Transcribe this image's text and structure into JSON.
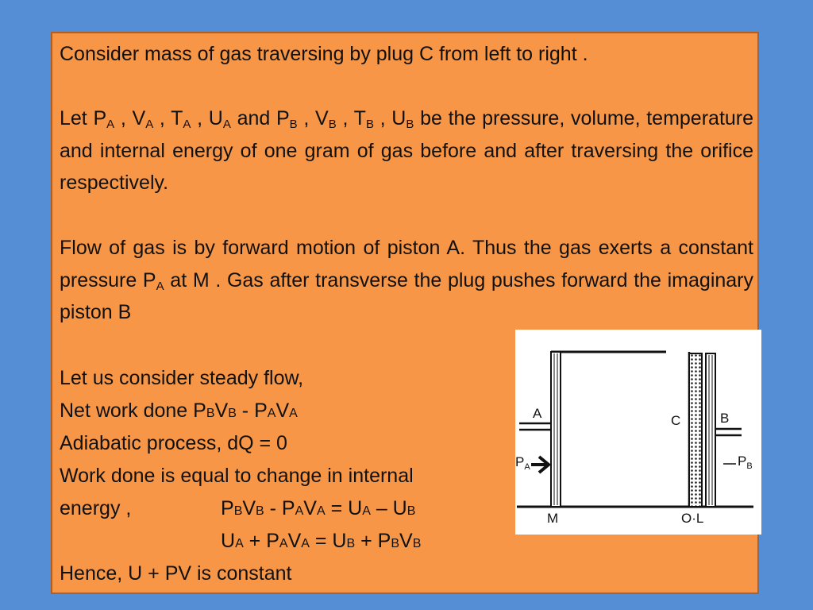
{
  "p1": {
    "text": "Consider  mass of gas traversing by plug C from left to right ."
  },
  "p2": {
    "let": "Let P",
    "a1": "A",
    "c1": " , V",
    "a2": "A",
    "c2": " , T",
    "a3": "A",
    "c3": " , U",
    "a4": "A",
    "and": " and P",
    "b1": "B",
    "c4": " , V",
    "b2": "B",
    "c5": " , T",
    "b3": "B",
    "c6": " , U",
    "b4": "B",
    "rest": " be the pressure, volume, temperature and internal energy of one gram of gas before and after traversing the orifice respectively."
  },
  "p3": {
    "pre": "Flow of gas is by forward motion of piston A. Thus the gas exerts a constant pressure P",
    "sub": "A",
    "post": " at M  . Gas after transverse  the plug  pushes forward the imaginary  piston B"
  },
  "l1": {
    "text": "Let us consider steady flow,"
  },
  "l2": {
    "pre": "  Net work done  P",
    "s1": "B",
    "v": "V",
    "s2": "B",
    "mid": "  -  P",
    "s3": "A",
    "v2": "V",
    "s4": "A"
  },
  "l3": {
    "text": " Adiabatic process, dQ = 0"
  },
  "l4": {
    "text": "Work done is equal  to change in internal"
  },
  "l5": {
    "pre": " energy ,",
    "p": "P",
    "s1": "B",
    "v": "V",
    "s2": "B",
    "m1": " - P",
    "s3": "A",
    "v2": "V",
    "s4": "A",
    "eq": " =  U",
    "s5": "A",
    "dash": " – U",
    "s6": "B"
  },
  "l6": {
    "u": "U",
    "s1": "A",
    "plus": " +   P",
    "s2": "A",
    "v": "V",
    "s3": "A",
    "eq": "  =  U",
    "s4": "B",
    "plus2": " + P",
    "s5": "B",
    "v2": "V",
    "s6": "B"
  },
  "l7": {
    "text": "Hence, U + PV   is constant"
  },
  "figure": {
    "label_A": "A",
    "label_C": "C",
    "label_B": "B",
    "label_PA": "P",
    "label_PA_sub": "A",
    "label_PB": "P",
    "label_PB_sub": "B",
    "label_M": "M",
    "label_OL": "O·L"
  }
}
